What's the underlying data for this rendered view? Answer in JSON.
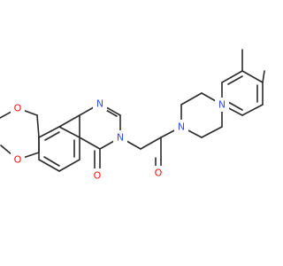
{
  "diagram": {
    "type": "chemical-structure",
    "colors": {
      "bond": "#2b2b2b",
      "oxygen": "#ff0d0d",
      "nitrogen": "#3050f8",
      "background": "#ffffff"
    },
    "atom_labels": [
      {
        "id": "o_top",
        "text": "O",
        "element": "oxygen"
      },
      {
        "id": "o_bottom_left",
        "text": "O",
        "element": "oxygen"
      },
      {
        "id": "o_carbonyl_ring",
        "text": "O",
        "element": "oxygen"
      },
      {
        "id": "o_amide",
        "text": "O",
        "element": "oxygen"
      },
      {
        "id": "n_ring_top",
        "text": "N",
        "element": "nitrogen"
      },
      {
        "id": "n_ring_bottom",
        "text": "N",
        "element": "nitrogen"
      },
      {
        "id": "n_piperazine_left",
        "text": "N",
        "element": "nitrogen"
      },
      {
        "id": "n_piperazine_right",
        "text": "N",
        "element": "nitrogen"
      }
    ]
  }
}
